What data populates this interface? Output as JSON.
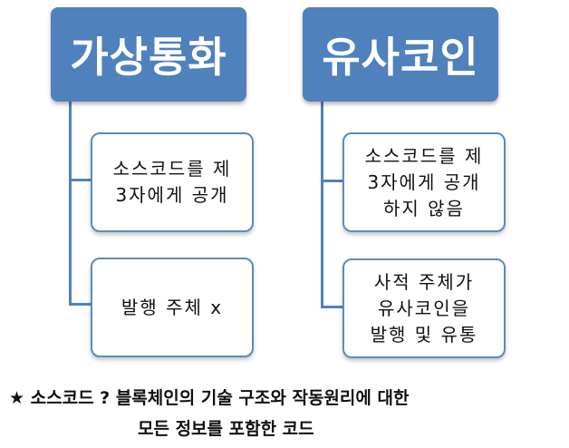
{
  "left": {
    "header": "가상통화",
    "box1": {
      "line1": "소스코드를 제",
      "line2": "3자에게 공개"
    },
    "box2": {
      "line1": "발행 주체 x"
    }
  },
  "right": {
    "header": "유사코인",
    "box1": {
      "line1": "소스코드를 제",
      "line2": "3자에게 공개",
      "line3": "하지 않음"
    },
    "box2": {
      "line1": "사적 주체가",
      "line2": "유사코인을",
      "line3": "발행 및 유통"
    }
  },
  "footnote": {
    "line1": "★ 소스코드 ? 블록체인의 기술 구조와 작동원리에 대한",
    "line2": "모든 정보를 포함한 코드"
  },
  "colors": {
    "header_bg": "#4f81bd",
    "card_border": "#5b8ac6",
    "connector": "#4f81bd"
  }
}
